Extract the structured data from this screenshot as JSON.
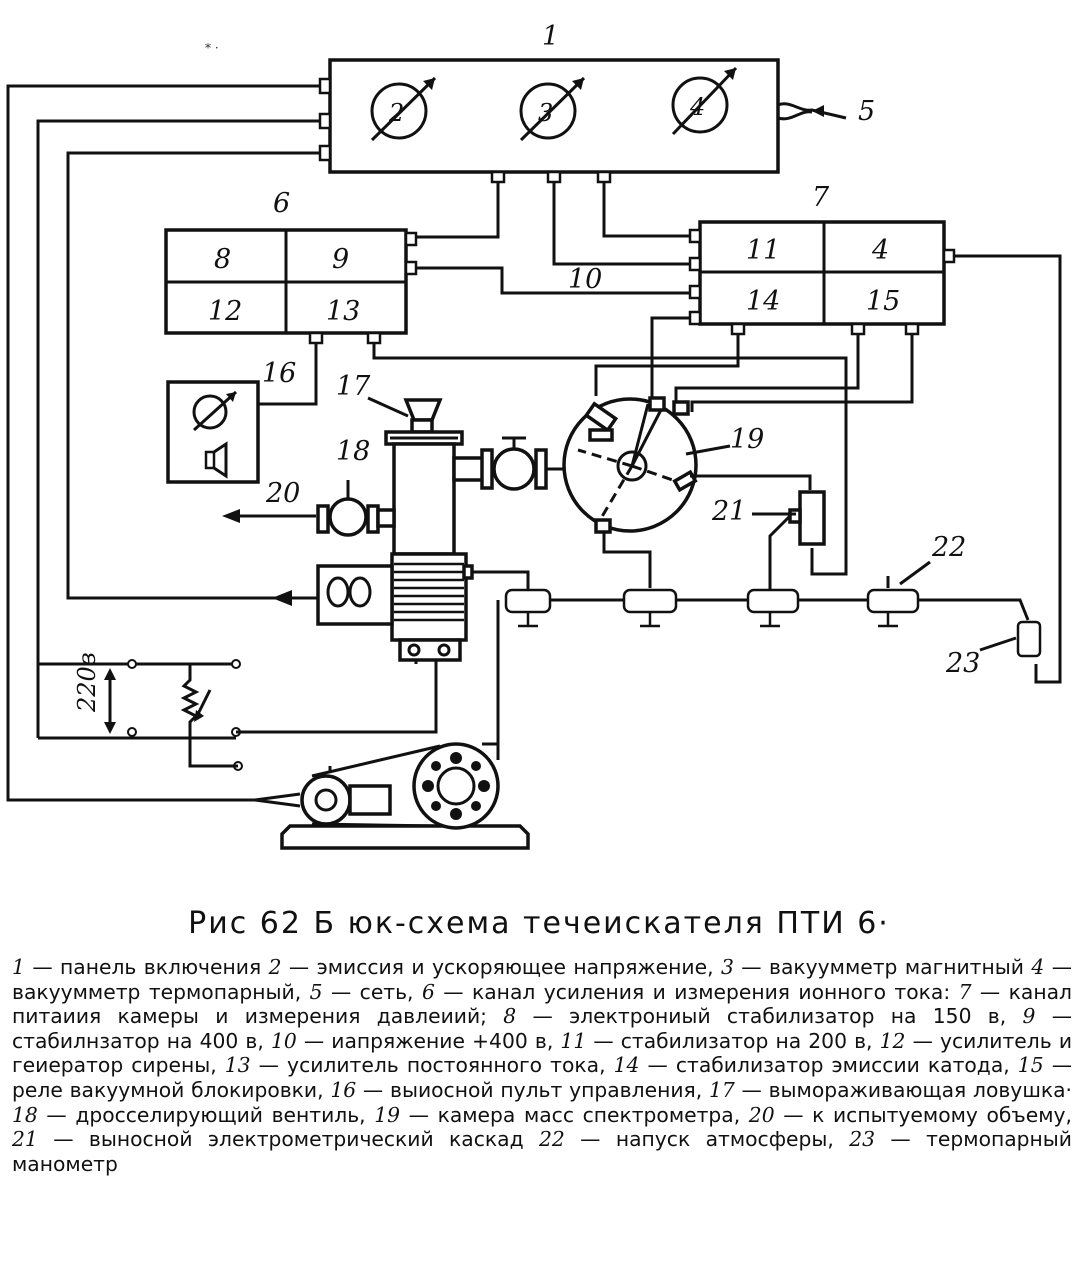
{
  "labels": {
    "n1": "1",
    "n2": "2",
    "n3": "3",
    "n4": "4",
    "n5": "5",
    "n6": "6",
    "n7": "7",
    "n8": "8",
    "n9": "9",
    "n10": "10",
    "n11": "11",
    "n4b": "4",
    "n12": "12",
    "n13": "13",
    "n14": "14",
    "n15": "15",
    "n16": "16",
    "n17": "17",
    "n18": "18",
    "n19": "19",
    "n20": "20",
    "n21": "21",
    "n22": "22",
    "n23": "23",
    "voltage": "220в"
  },
  "caption": "Рис 62 Б юк-схема течеискателя ПТИ 6·",
  "legend": [
    {
      "num": "1",
      "text": " — панель включения "
    },
    {
      "num": "2",
      "text": " — эмиссия и ускоряющее напряжение, "
    },
    {
      "num": "3",
      "text": " — вакуумметр магнитный "
    },
    {
      "num": "4",
      "text": " — вакуумметр термопарный, "
    },
    {
      "num": "5",
      "text": " — сеть, "
    },
    {
      "num": "6",
      "text": " — канал усиления и измерения ионного тока: "
    },
    {
      "num": "7",
      "text": " — канал питаиия камеры и измерения давлеиий; "
    },
    {
      "num": "8",
      "text": " — электрониый стабилизатор на 150 в, "
    },
    {
      "num": "9",
      "text": " — стабилнзатор на 400 в, "
    },
    {
      "num": "10",
      "text": " — иапряжение +400 в, "
    },
    {
      "num": "11",
      "text": " — стабилизатор на 200 в, "
    },
    {
      "num": "12",
      "text": " — усилитель и геиератор сирены, "
    },
    {
      "num": "13",
      "text": " — усилитель постоянного тока, "
    },
    {
      "num": "14",
      "text": " — стабилизатор эмиссии катода, "
    },
    {
      "num": "15",
      "text": " — реле вакуумной блокировки, "
    },
    {
      "num": "16",
      "text": " — выиосной пульт управления, "
    },
    {
      "num": "17",
      "text": " — вымораживающая ловушка· "
    },
    {
      "num": "18",
      "text": " — дросселирующий вентиль, "
    },
    {
      "num": "19",
      "text": " — камера масс спектрометра, "
    },
    {
      "num": "20",
      "text": " — к испытуемому объему, "
    },
    {
      "num": "21",
      "text": " — выносной электрометрический каскад "
    },
    {
      "num": "22",
      "text": " — напуск атмосферы, "
    },
    {
      "num": "23",
      "text": " — термопарный манометр"
    }
  ]
}
